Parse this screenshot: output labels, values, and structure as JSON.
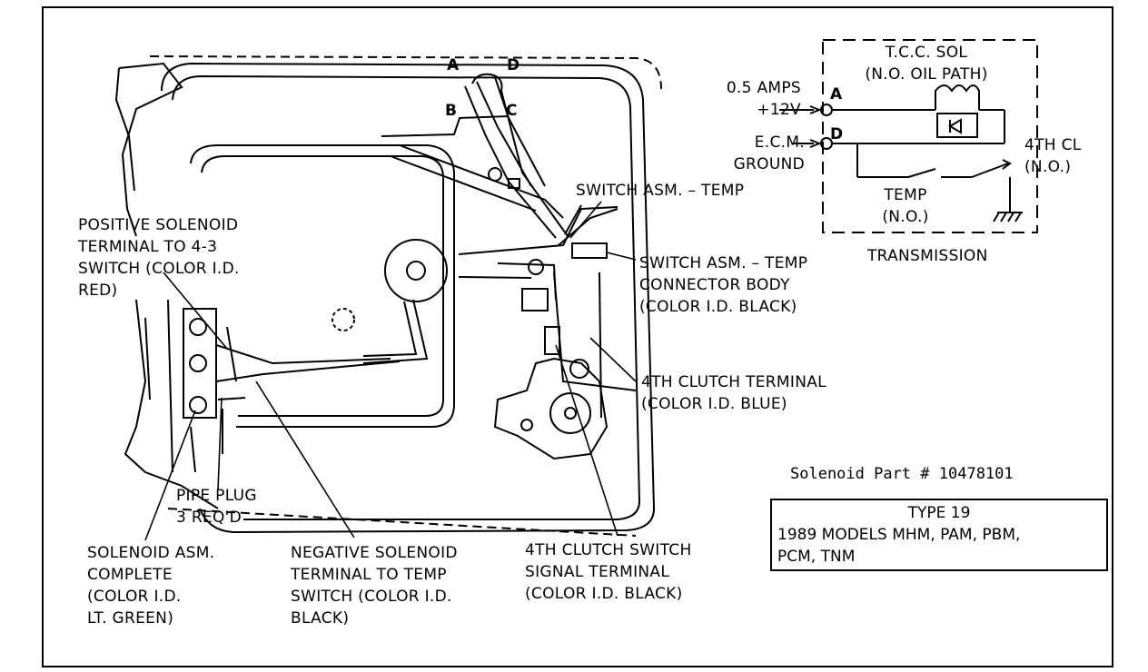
{
  "connector_pins": [
    "A",
    "B",
    "C",
    "D"
  ],
  "schematic": {
    "title_lines": [
      "T.C.C. SOL",
      "(N.O. OIL PATH)"
    ],
    "pin_a": "A",
    "pin_d": "D",
    "supply_lines": [
      "0.5 AMPS",
      "+12V"
    ],
    "ground_lines": [
      "E.C.M.",
      "GROUND"
    ],
    "temp_lines": [
      "TEMP",
      "(N.O.)"
    ],
    "clutch_lines": [
      "4TH CL",
      "(N.O.)"
    ],
    "transmission": "TRANSMISSION"
  },
  "callouts": {
    "switch_temp": "SWITCH ASM. – TEMP",
    "positive": [
      "POSITIVE SOLENOID",
      "TERMINAL TO 4-3",
      "SWITCH (COLOR I.D.",
      "RED)"
    ],
    "connector": [
      "SWITCH ASM. – TEMP",
      "CONNECTOR BODY",
      "(COLOR I.D. BLACK)"
    ],
    "fourth_terminal": [
      "4TH CLUTCH TERMINAL",
      "(COLOR I.D. BLUE)"
    ],
    "pipe_plug": [
      "PIPE PLUG",
      "3 REQ'D"
    ],
    "solenoid_asm": [
      "SOLENOID ASM.",
      "COMPLETE",
      "(COLOR I.D.",
      "LT. GREEN)"
    ],
    "negative": [
      "NEGATIVE SOLENOID",
      "TERMINAL TO TEMP",
      "SWITCH (COLOR I.D.",
      "BLACK)"
    ],
    "fourth_switch": [
      "4TH CLUTCH SWITCH",
      "SIGNAL TERMINAL",
      "(COLOR I.D. BLACK)"
    ]
  },
  "part_number": "Solenoid Part # 10478101",
  "type_box": {
    "title": "TYPE 19",
    "lines": [
      "1989 MODELS MHM, PAM, PBM,",
      "PCM, TNM"
    ]
  }
}
